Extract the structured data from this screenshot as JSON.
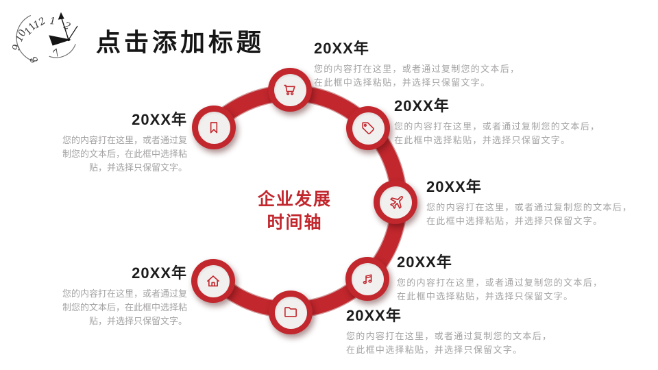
{
  "slide": {
    "title": "点击添加标题",
    "center_label": {
      "line1": "企业发展",
      "line2": "时间轴"
    },
    "accent_color": "#c1272d",
    "node_inner_color": "#f2f0ef",
    "body_text_color": "#a5a3a3"
  },
  "clock": {
    "numbers": [
      "12",
      "1",
      "2",
      "11",
      "10",
      "9",
      "8",
      "7"
    ]
  },
  "timeline_items": [
    {
      "icon": "shopping-cart-icon",
      "year": "20XX年",
      "lines": [
        "您的内容打在这里，或者通过复制您的文本后，",
        "在此框中选择粘贴，并选择只保留文字。"
      ]
    },
    {
      "icon": "bookmark-icon",
      "year": "20XX年",
      "lines": [
        "您的内容打在这里，或者通过复",
        "制您的文本后，在此框中选择粘",
        "贴，并选择只保留文字。"
      ]
    },
    {
      "icon": "price-tag-icon",
      "year": "20XX年",
      "lines": [
        "您的内容打在这里，或者通过复制您的文本后，",
        "在此框中选择粘贴，并选择只保留文字。"
      ]
    },
    {
      "icon": "airplane-icon",
      "year": "20XX年",
      "lines": [
        "您的内容打在这里，或者通过复制您的文本后，",
        "在此框中选择粘贴，并选择只保留文字。"
      ]
    },
    {
      "icon": "music-note-icon",
      "year": "20XX年",
      "lines": [
        "您的内容打在这里，或者通过复制您的文本后，",
        "在此框中选择粘贴，并选择只保留文字。"
      ]
    },
    {
      "icon": "folder-icon",
      "year": "20XX年",
      "lines": [
        "您的内容打在这里，或者通过复制您的文本后，",
        "在此框中选择粘贴，并选择只保留文字。"
      ]
    },
    {
      "icon": "home-icon",
      "year": "20XX年",
      "lines": [
        "您的内容打在这里，或者通过复",
        "制您的文本后，在此框中选择粘",
        "贴，并选择只保留文字。"
      ]
    }
  ]
}
